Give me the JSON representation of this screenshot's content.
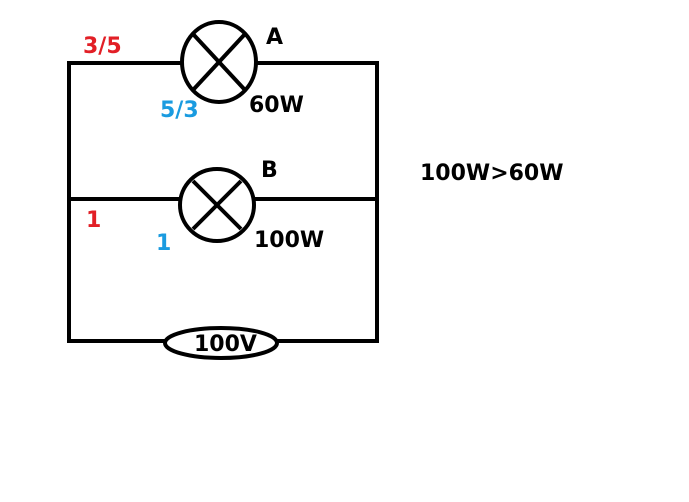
{
  "lamp_a": {
    "name": "A",
    "power": "60W",
    "red_value": "3/5",
    "blue_value": "5/3"
  },
  "lamp_b": {
    "name": "B",
    "power": "100W",
    "red_value": "1",
    "blue_value": "1"
  },
  "source": {
    "voltage": "100V"
  },
  "comparison": "100W>60W",
  "colors": {
    "line": "#000000",
    "red": "#e21f26",
    "blue": "#1a9be0",
    "background": "#ffffff"
  }
}
